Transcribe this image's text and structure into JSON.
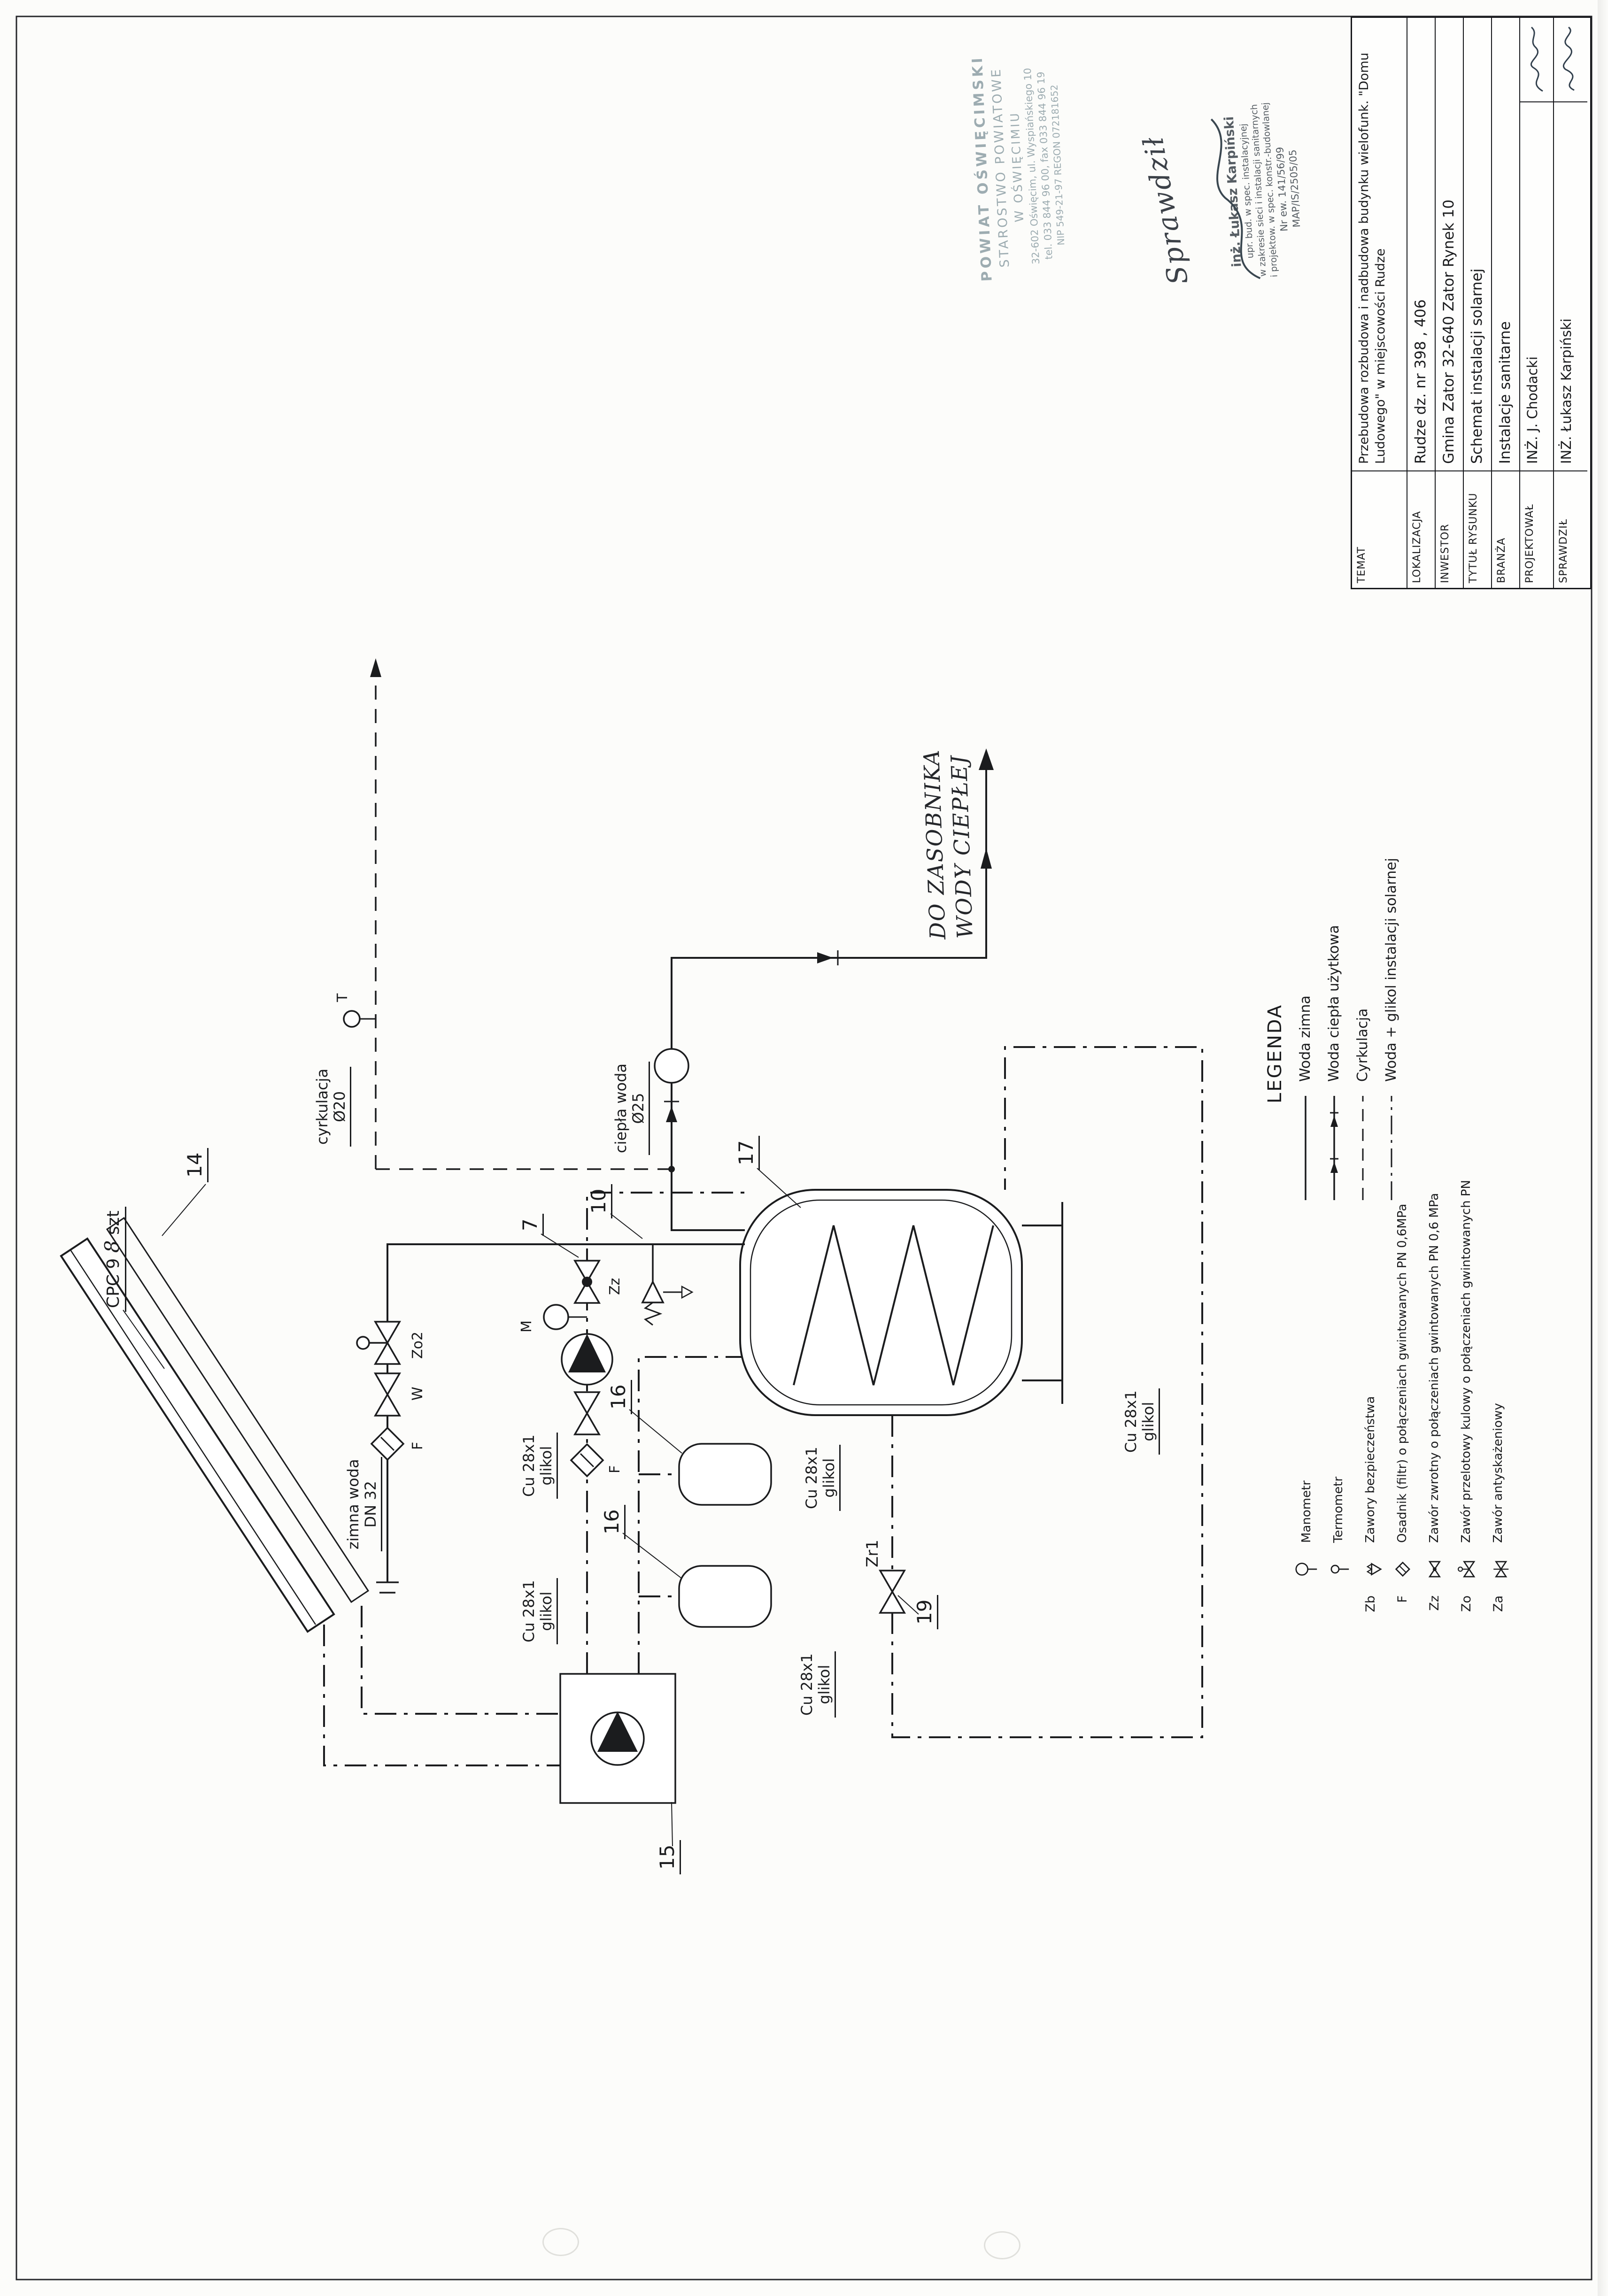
{
  "diagram": {
    "collector": {
      "label": "CPC 9",
      "qty": "8",
      "unit": "szt"
    },
    "callouts": {
      "c7": "7",
      "c10": "10",
      "c14": "14",
      "c15": "15",
      "c16a": "16",
      "c16b": "16",
      "c17": "17",
      "c19": "19"
    },
    "pipes": {
      "cyrkulacja": "cyrkulacja",
      "cyrkulacja_dn": "Ø20",
      "ciepla": "ciepła woda",
      "ciepla_dn": "Ø25",
      "zimna": "zimna woda",
      "zimna_dn": "DN 32",
      "cu": "Cu 28x1",
      "cu_medium": "glikol"
    },
    "tags": {
      "zr1": "Zr1",
      "zo2": "Zo2",
      "w": "W",
      "f": "F",
      "zz": "Zz",
      "m": "M",
      "t": "T"
    },
    "note_line1": "DO ZASOBNIKA",
    "note_line2": "WODY CIEPŁEJ"
  },
  "legend": {
    "heading": "LEGENDA",
    "line_items": [
      "Woda zimna",
      "Woda ciepła użytkowa",
      "Cyrkulacja",
      "Woda + glikol instalacji solarnej"
    ],
    "symbol_items": [
      {
        "key": "",
        "label": "Manometr"
      },
      {
        "key": "",
        "label": "Termometr"
      },
      {
        "key": "Zb",
        "label": "Zawory bezpieczeństwa"
      },
      {
        "key": "F",
        "label": "Osadnik (filtr) o połączeniach gwintowanych PN 0,6MPa"
      },
      {
        "key": "Zz",
        "label": "Zawór zwrotny o połączeniach gwintowanych PN 0,6 MPa"
      },
      {
        "key": "Zo",
        "label": "Zawór przelotowy kulowy o połączeniach gwintowanych PN"
      },
      {
        "key": "Za",
        "label": "Zawór antyskażeniowy"
      }
    ]
  },
  "title_block": {
    "rows": [
      {
        "label": "TEMAT",
        "value": "Przebudowa rozbudowa i nadbudowa budynku wielofunk. \"Domu Ludowego\" w miejscowości Rudze"
      },
      {
        "label": "LOKALIZACJA",
        "value": "Rudze dz. nr 398 , 406"
      },
      {
        "label": "INWESTOR",
        "value": "Gmina Zator 32-640 Zator Rynek 10"
      },
      {
        "label": "TYTUŁ RYSUNKU",
        "value": "Schemat instalacji solarnej"
      },
      {
        "label": "BRANŻA",
        "value": "Instalacje sanitarne"
      },
      {
        "label": "PROJEKTOWAŁ",
        "value": "INŻ. J. Chodacki"
      },
      {
        "label": "SPRAWDZIŁ",
        "value": "INŻ. Łukasz Karpiński"
      }
    ]
  },
  "stamps": {
    "office_lines": [
      "POWIAT OŚWIĘCIMSKI",
      "STAROSTWO POWIATOWE",
      "W OŚWIĘCIMIU",
      "32-602 Oświęcim, ul. Wyspiańskiego 10",
      "tel. 033 844 96 00, fax 033 844 96 19",
      "NIP 549-21-97 REGON 072181652"
    ],
    "engineer_lines": [
      "inż. Łukasz Karpiński",
      "upr. bud. w spec. instalacyjnej",
      "w zakresie sieci i instalacji sanitarnych",
      "i projektow. w spec. konstr.-budowlanej",
      "Nr ew. 141/56/99",
      "MAP/IS/2505/05"
    ],
    "handwritten": "Sprawdził"
  }
}
